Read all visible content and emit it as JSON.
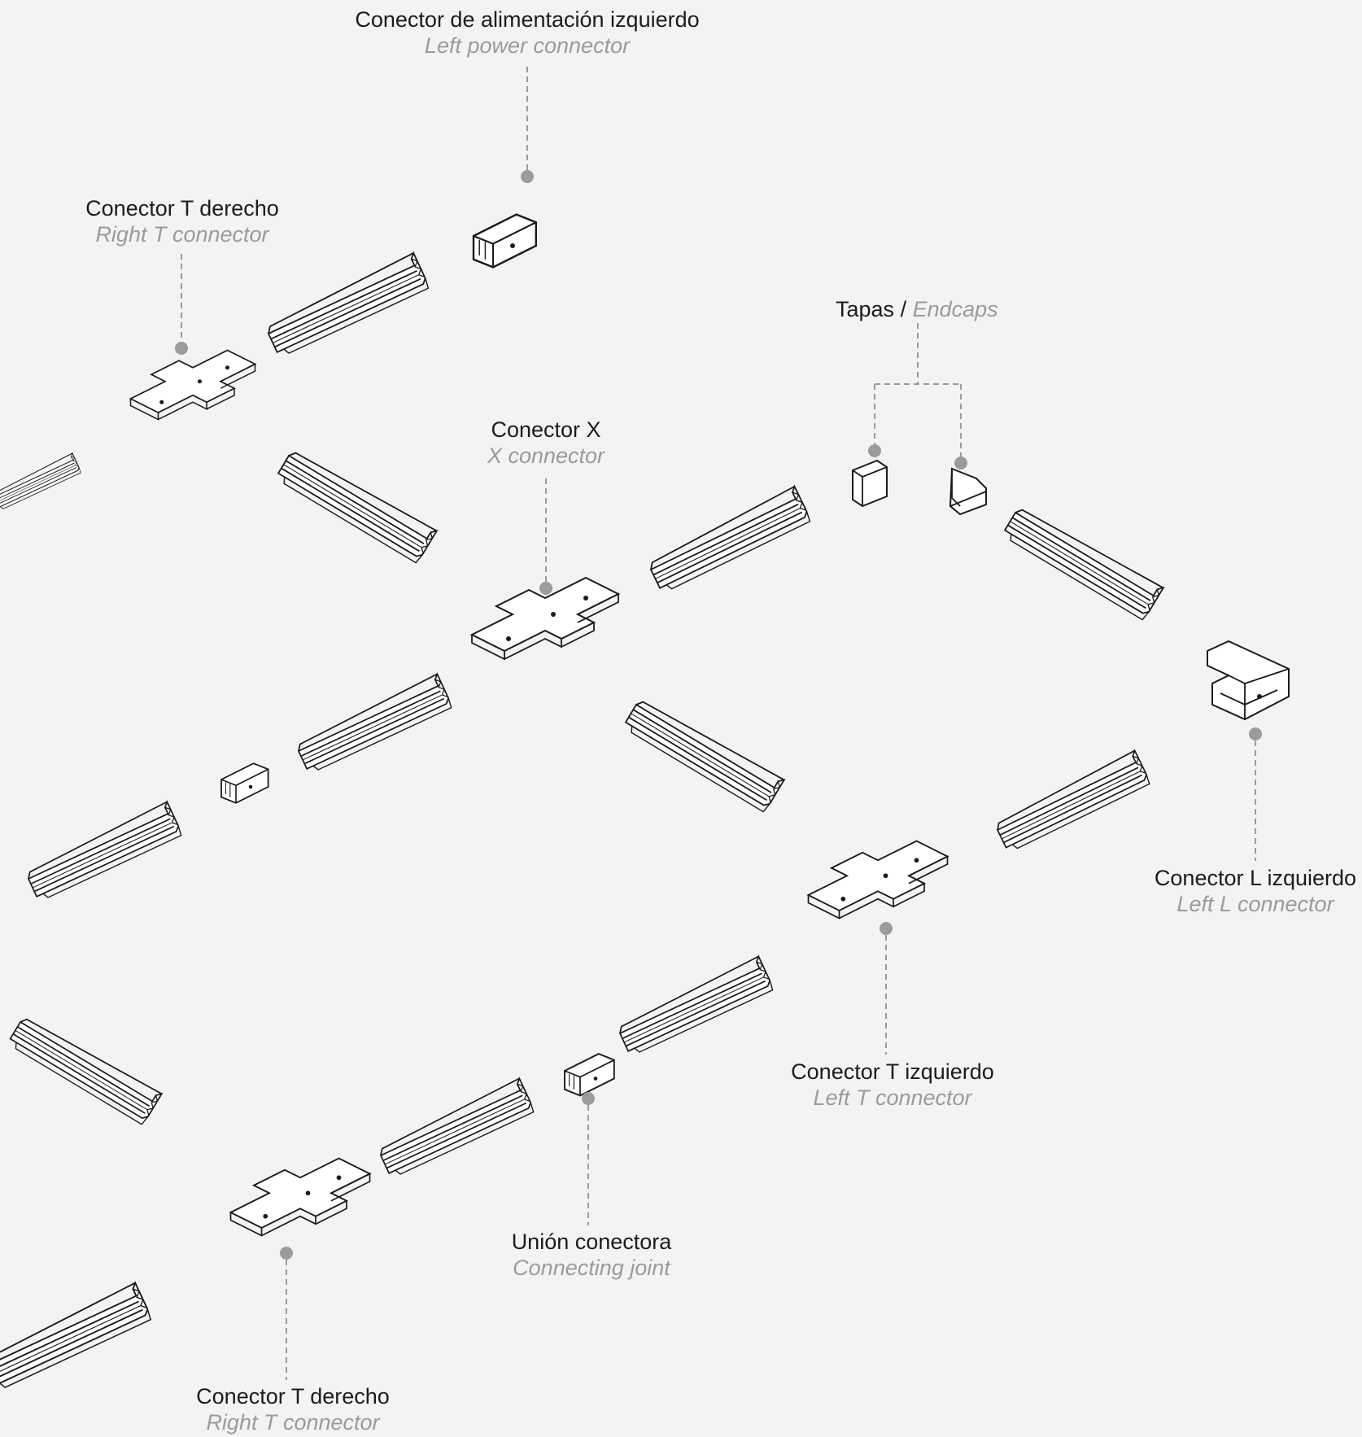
{
  "labels": {
    "power_left": {
      "es": "Conector de alimentación izquierdo",
      "en": "Left power connector"
    },
    "t_right_top": {
      "es": "Conector T derecho",
      "en": "Right T connector"
    },
    "endcaps": {
      "es": "Tapas",
      "sep": "/",
      "en": "Endcaps"
    },
    "x_connector": {
      "es": "Conector X",
      "en": "X connector"
    },
    "l_left": {
      "es": "Conector L izquierdo",
      "en": "Left L connector"
    },
    "t_left": {
      "es": "Conector T izquierdo",
      "en": "Left T connector"
    },
    "joint": {
      "es": "Unión conectora",
      "en": "Connecting joint"
    },
    "t_right_bottom": {
      "es": "Conector T derecho",
      "en": "Right T connector"
    }
  },
  "colors": {
    "background": "#f2f3f5",
    "leader": "#9b9b9b",
    "text_primary": "#1c1c1c",
    "text_secondary": "#9b9b9b",
    "stroke": "#1a1a1a"
  }
}
